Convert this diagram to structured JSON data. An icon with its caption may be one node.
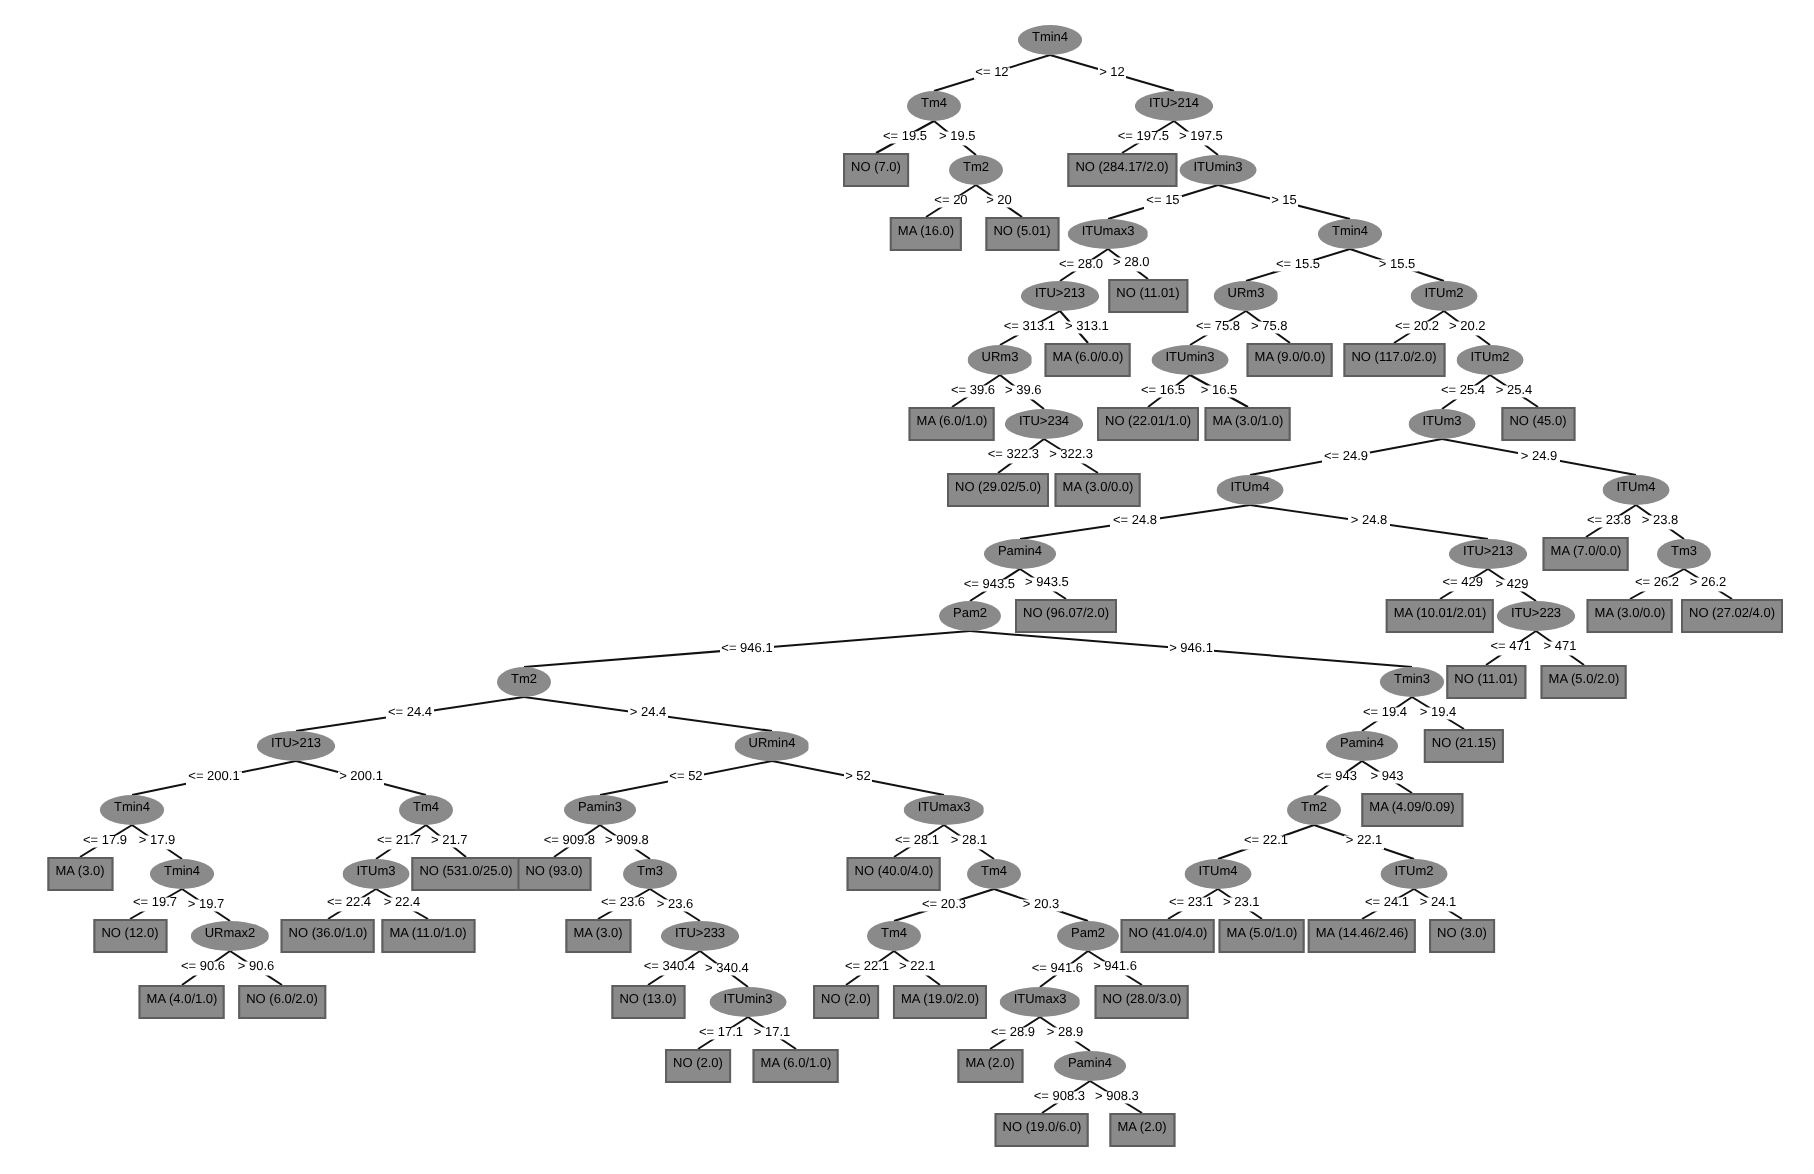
{
  "diagram": {
    "nodes": [
      {
        "text": [
          "Tmin4"
        ]
      },
      {
        "text": [
          "Tm4"
        ]
      },
      {
        "text": [
          "ITU>214"
        ]
      },
      {
        "text": [
          "NO (7.0)"
        ]
      },
      {
        "text": [
          "Tm2"
        ]
      },
      {
        "text": [
          "NO (284.17/2.0)"
        ]
      },
      {
        "text": [
          "ITUmin3"
        ]
      },
      {
        "text": [
          "MA (16.0)"
        ]
      },
      {
        "text": [
          "NO (5.01)"
        ]
      },
      {
        "text": [
          "ITUmax3"
        ]
      },
      {
        "text": [
          "Tmin4"
        ]
      },
      {
        "text": [
          "ITU>213"
        ]
      },
      {
        "text": [
          "NO (11.01)"
        ]
      },
      {
        "text": [
          "URm3"
        ]
      },
      {
        "text": [
          "ITUm2"
        ]
      },
      {
        "text": [
          "URm3"
        ]
      },
      {
        "text": [
          "MA (6.0/0.0)"
        ]
      },
      {
        "text": [
          "ITUmin3"
        ]
      },
      {
        "text": [
          "MA (9.0/0.0)"
        ]
      },
      {
        "text": [
          "NO (117.0/2.0)"
        ]
      },
      {
        "text": [
          "ITUm2"
        ]
      },
      {
        "text": [
          "MA (6.0/1.0)"
        ]
      },
      {
        "text": [
          "ITU>234"
        ]
      },
      {
        "text": [
          "NO (22.01/1.0)"
        ]
      },
      {
        "text": [
          "MA (3.0/1.0)"
        ]
      },
      {
        "text": [
          "ITUm3"
        ]
      },
      {
        "text": [
          "NO (45.0)"
        ]
      },
      {
        "text": [
          "NO (29.02/5.0)"
        ]
      },
      {
        "text": [
          "MA (3.0/0.0)"
        ]
      },
      {
        "text": [
          "ITUm4"
        ]
      },
      {
        "text": [
          "ITUm4"
        ]
      },
      {
        "text": [
          "Pamin4"
        ]
      },
      {
        "text": [
          "ITU>213"
        ]
      },
      {
        "text": [
          "MA (7.0/0.0)"
        ]
      },
      {
        "text": [
          "Tm3"
        ]
      },
      {
        "text": [
          "Pam2"
        ]
      },
      {
        "text": [
          "NO (96.07/2.0)"
        ]
      },
      {
        "text": [
          "MA (10.01/2.01)"
        ]
      },
      {
        "text": [
          "ITU>223"
        ]
      },
      {
        "text": [
          "MA (3.0/0.0)"
        ]
      },
      {
        "text": [
          "NO (27.02/4.0)"
        ]
      },
      {
        "text": [
          "Tm2"
        ]
      },
      {
        "text": [
          "Tmin3"
        ]
      },
      {
        "text": [
          "NO (11.01)"
        ]
      },
      {
        "text": [
          "MA (5.0/2.0)"
        ]
      },
      {
        "text": [
          "ITU>213"
        ]
      },
      {
        "text": [
          "URmin4"
        ]
      },
      {
        "text": [
          "Pamin4"
        ]
      },
      {
        "text": [
          "NO (21.15)"
        ]
      },
      {
        "text": [
          "Tmin4"
        ]
      },
      {
        "text": [
          "Tm4"
        ]
      },
      {
        "text": [
          "Pamin3"
        ]
      },
      {
        "text": [
          "ITUmax3"
        ]
      },
      {
        "text": [
          "Tm2"
        ]
      },
      {
        "text": [
          "MA (4.09/0.09)"
        ]
      },
      {
        "text": [
          "MA (3.0)"
        ]
      },
      {
        "text": [
          "Tmin4"
        ]
      },
      {
        "text": [
          "ITUm3"
        ]
      },
      {
        "text": [
          "NO (531.0/25.0)"
        ]
      },
      {
        "text": [
          "NO (93.0)"
        ]
      },
      {
        "text": [
          "Tm3"
        ]
      },
      {
        "text": [
          "NO (40.0/4.0)"
        ]
      },
      {
        "text": [
          "Tm4"
        ]
      },
      {
        "text": [
          "ITUm4"
        ]
      },
      {
        "text": [
          "ITUm2"
        ]
      },
      {
        "text": [
          "NO (12.0)"
        ]
      },
      {
        "text": [
          "URmax2"
        ]
      },
      {
        "text": [
          "NO (36.0/1.0)"
        ]
      },
      {
        "text": [
          "MA (11.0/1.0)"
        ]
      },
      {
        "text": [
          "MA (3.0)"
        ]
      },
      {
        "text": [
          "ITU>233"
        ]
      },
      {
        "text": [
          "Tm4"
        ]
      },
      {
        "text": [
          "Pam2"
        ]
      },
      {
        "text": [
          "NO (41.0/4.0)"
        ]
      },
      {
        "text": [
          "MA (5.0/1.0)"
        ]
      },
      {
        "text": [
          "MA (14.46/2.46)"
        ]
      },
      {
        "text": [
          "NO (3.0)"
        ]
      },
      {
        "text": [
          "MA (4.0/1.0)"
        ]
      },
      {
        "text": [
          "NO (6.0/2.0)"
        ]
      },
      {
        "text": [
          "NO (13.0)"
        ]
      },
      {
        "text": [
          "ITUmin3"
        ]
      },
      {
        "text": [
          "NO (2.0)"
        ]
      },
      {
        "text": [
          "MA (19.0/2.0)"
        ]
      },
      {
        "text": [
          "ITUmax3"
        ]
      },
      {
        "text": [
          "NO (28.0/3.0)"
        ]
      },
      {
        "text": [
          "NO (2.0)"
        ]
      },
      {
        "text": [
          "MA (6.0/1.0)"
        ]
      },
      {
        "text": [
          "MA (2.0)"
        ]
      },
      {
        "text": [
          "Pamin4"
        ]
      },
      {
        "text": [
          "NO (19.0/6.0)"
        ]
      },
      {
        "text": [
          "MA (2.0)"
        ]
      }
    ],
    "edges": [
      {
        "from": 0,
        "to": 1,
        "arrow": "none",
        "label": "<= 12"
      },
      {
        "from": 0,
        "to": 2,
        "arrow": "none",
        "label": "> 12"
      },
      {
        "from": 1,
        "to": 3,
        "arrow": "none",
        "label": "<= 19.5"
      },
      {
        "from": 1,
        "to": 4,
        "arrow": "none",
        "label": "> 19.5"
      },
      {
        "from": 4,
        "to": 7,
        "arrow": "none",
        "label": "<= 20"
      },
      {
        "from": 4,
        "to": 8,
        "arrow": "none",
        "label": "> 20"
      },
      {
        "from": 2,
        "to": 5,
        "arrow": "none",
        "label": "<= 197.5"
      },
      {
        "from": 2,
        "to": 6,
        "arrow": "none",
        "label": "> 197.5"
      },
      {
        "from": 6,
        "to": 9,
        "arrow": "none",
        "label": "<= 15"
      },
      {
        "from": 6,
        "to": 10,
        "arrow": "none",
        "label": "> 15"
      },
      {
        "from": 9,
        "to": 11,
        "arrow": "none",
        "label": "<= 28.0"
      },
      {
        "from": 9,
        "to": 12,
        "arrow": "none",
        "label": "> 28.0"
      },
      {
        "from": 10,
        "to": 13,
        "arrow": "none",
        "label": "<= 15.5"
      },
      {
        "from": 10,
        "to": 14,
        "arrow": "none",
        "label": "> 15.5"
      },
      {
        "from": 11,
        "to": 15,
        "arrow": "none",
        "label": "<= 313.1"
      },
      {
        "from": 11,
        "to": 16,
        "arrow": "none",
        "label": "> 313.1"
      },
      {
        "from": 13,
        "to": 17,
        "arrow": "none",
        "label": "<= 75.8"
      },
      {
        "from": 13,
        "to": 18,
        "arrow": "none",
        "label": "> 75.8"
      },
      {
        "from": 14,
        "to": 19,
        "arrow": "none",
        "label": "<= 20.2"
      },
      {
        "from": 14,
        "to": 20,
        "arrow": "none",
        "label": "> 20.2"
      },
      {
        "from": 15,
        "to": 21,
        "arrow": "none",
        "label": "<= 39.6"
      },
      {
        "from": 15,
        "to": 22,
        "arrow": "none",
        "label": "> 39.6"
      },
      {
        "from": 17,
        "to": 23,
        "arrow": "none",
        "label": "<= 16.5"
      },
      {
        "from": 17,
        "to": 24,
        "arrow": "none",
        "label": "> 16.5"
      },
      {
        "from": 20,
        "to": 25,
        "arrow": "none",
        "label": "<= 25.4"
      },
      {
        "from": 20,
        "to": 26,
        "arrow": "none",
        "label": "> 25.4"
      },
      {
        "from": 22,
        "to": 27,
        "arrow": "none",
        "label": "<= 322.3"
      },
      {
        "from": 22,
        "to": 28,
        "arrow": "none",
        "label": "> 322.3"
      },
      {
        "from": 25,
        "to": 29,
        "arrow": "none",
        "label": "<= 24.9"
      },
      {
        "from": 25,
        "to": 30,
        "arrow": "none",
        "label": "> 24.9"
      },
      {
        "from": 29,
        "to": 31,
        "arrow": "none",
        "label": "<= 24.8"
      },
      {
        "from": 29,
        "to": 32,
        "arrow": "none",
        "label": "> 24.8"
      },
      {
        "from": 30,
        "to": 33,
        "arrow": "none",
        "label": "<= 23.8"
      },
      {
        "from": 30,
        "to": 34,
        "arrow": "none",
        "label": "> 23.8"
      },
      {
        "from": 31,
        "to": 35,
        "arrow": "none",
        "label": "<= 943.5"
      },
      {
        "from": 31,
        "to": 36,
        "arrow": "none",
        "label": "> 943.5"
      },
      {
        "from": 32,
        "to": 37,
        "arrow": "none",
        "label": "<= 429"
      },
      {
        "from": 32,
        "to": 38,
        "arrow": "none",
        "label": "> 429"
      },
      {
        "from": 34,
        "to": 39,
        "arrow": "none",
        "label": "<= 26.2"
      },
      {
        "from": 34,
        "to": 40,
        "arrow": "none",
        "label": "> 26.2"
      },
      {
        "from": 35,
        "to": 41,
        "arrow": "none",
        "label": "<= 946.1"
      },
      {
        "from": 35,
        "to": 42,
        "arrow": "none",
        "label": "> 946.1"
      },
      {
        "from": 38,
        "to": 43,
        "arrow": "none",
        "label": "<= 471"
      },
      {
        "from": 38,
        "to": 44,
        "arrow": "none",
        "label": "> 471"
      },
      {
        "from": 41,
        "to": 45,
        "arrow": "none",
        "label": "<= 24.4"
      },
      {
        "from": 41,
        "to": 46,
        "arrow": "none",
        "label": "> 24.4"
      },
      {
        "from": 42,
        "to": 47,
        "arrow": "none",
        "label": "<= 19.4"
      },
      {
        "from": 42,
        "to": 48,
        "arrow": "none",
        "label": "> 19.4"
      },
      {
        "from": 45,
        "to": 49,
        "arrow": "none",
        "label": "<= 200.1"
      },
      {
        "from": 45,
        "to": 50,
        "arrow": "none",
        "label": "> 200.1"
      },
      {
        "from": 46,
        "to": 51,
        "arrow": "none",
        "label": "<= 52"
      },
      {
        "from": 46,
        "to": 52,
        "arrow": "none",
        "label": "> 52"
      },
      {
        "from": 47,
        "to": 53,
        "arrow": "none",
        "label": "<= 943"
      },
      {
        "from": 47,
        "to": 54,
        "arrow": "none",
        "label": "> 943"
      },
      {
        "from": 49,
        "to": 55,
        "arrow": "none",
        "label": "<= 17.9"
      },
      {
        "from": 49,
        "to": 56,
        "arrow": "none",
        "label": "> 17.9"
      },
      {
        "from": 50,
        "to": 57,
        "arrow": "none",
        "label": "<= 21.7"
      },
      {
        "from": 50,
        "to": 58,
        "arrow": "none",
        "label": "> 21.7"
      },
      {
        "from": 51,
        "to": 59,
        "arrow": "none",
        "label": "<= 909.8"
      },
      {
        "from": 51,
        "to": 60,
        "arrow": "none",
        "label": "> 909.8"
      },
      {
        "from": 52,
        "to": 61,
        "arrow": "none",
        "label": "<= 28.1"
      },
      {
        "from": 52,
        "to": 62,
        "arrow": "none",
        "label": "> 28.1"
      },
      {
        "from": 53,
        "to": 63,
        "arrow": "none",
        "label": "<= 22.1"
      },
      {
        "from": 53,
        "to": 64,
        "arrow": "none",
        "label": "> 22.1"
      },
      {
        "from": 56,
        "to": 65,
        "arrow": "none",
        "label": "<= 19.7"
      },
      {
        "from": 56,
        "to": 66,
        "arrow": "none",
        "label": "> 19.7"
      },
      {
        "from": 57,
        "to": 67,
        "arrow": "none",
        "label": "<= 22.4"
      },
      {
        "from": 57,
        "to": 68,
        "arrow": "none",
        "label": "> 22.4"
      },
      {
        "from": 60,
        "to": 69,
        "arrow": "none",
        "label": "<= 23.6"
      },
      {
        "from": 60,
        "to": 70,
        "arrow": "none",
        "label": "> 23.6"
      },
      {
        "from": 62,
        "to": 71,
        "arrow": "none",
        "label": "<= 20.3"
      },
      {
        "from": 62,
        "to": 72,
        "arrow": "none",
        "label": "> 20.3"
      },
      {
        "from": 63,
        "to": 73,
        "arrow": "none",
        "label": "<= 23.1"
      },
      {
        "from": 63,
        "to": 74,
        "arrow": "none",
        "label": "> 23.1"
      },
      {
        "from": 64,
        "to": 75,
        "arrow": "none",
        "label": "<= 24.1"
      },
      {
        "from": 64,
        "to": 76,
        "arrow": "none",
        "label": "> 24.1"
      },
      {
        "from": 66,
        "to": 77,
        "arrow": "none",
        "label": "<= 90.6"
      },
      {
        "from": 66,
        "to": 78,
        "arrow": "none",
        "label": "> 90.6"
      },
      {
        "from": 70,
        "to": 79,
        "arrow": "none",
        "label": "<= 340.4"
      },
      {
        "from": 70,
        "to": 80,
        "arrow": "none",
        "label": "> 340.4"
      },
      {
        "from": 71,
        "to": 81,
        "arrow": "none",
        "label": "<= 22.1"
      },
      {
        "from": 71,
        "to": 82,
        "arrow": "none",
        "label": "> 22.1"
      },
      {
        "from": 72,
        "to": 83,
        "arrow": "none",
        "label": "<= 941.6"
      },
      {
        "from": 72,
        "to": 84,
        "arrow": "none",
        "label": "> 941.6"
      },
      {
        "from": 80,
        "to": 85,
        "arrow": "none",
        "label": "<= 17.1"
      },
      {
        "from": 80,
        "to": 86,
        "arrow": "none",
        "label": "> 17.1"
      },
      {
        "from": 83,
        "to": 87,
        "arrow": "none",
        "label": "<= 28.9"
      },
      {
        "from": 83,
        "to": 88,
        "arrow": "none",
        "label": "> 28.9"
      },
      {
        "from": 88,
        "to": 89,
        "arrow": "none",
        "label": "<= 908.3"
      },
      {
        "from": 88,
        "to": 90,
        "arrow": "none",
        "label": "> 908.3"
      }
    ]
  }
}
